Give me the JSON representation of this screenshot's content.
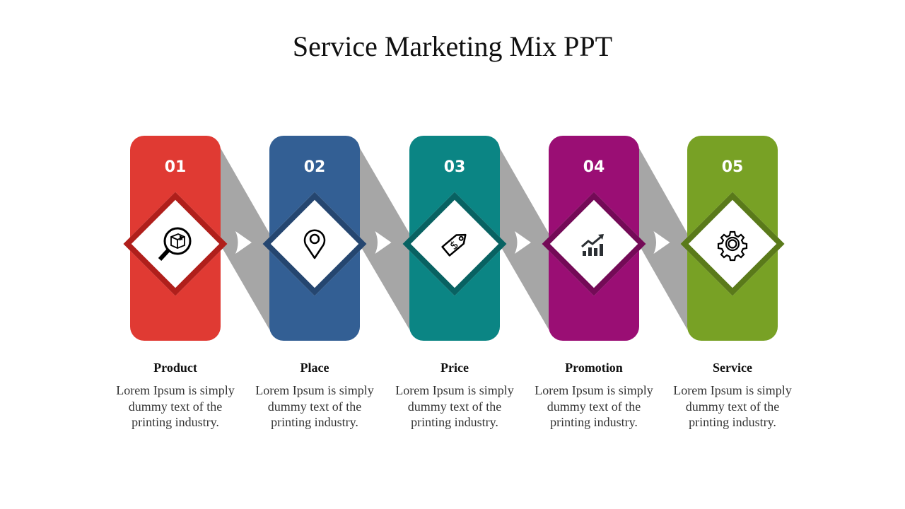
{
  "title": "Service Marketing Mix PPT",
  "items": [
    {
      "number": "01",
      "label": "Product",
      "desc": "Lorem Ipsum is simply dummy text of the printing industry.",
      "color": "#e03a33",
      "border": "#b01f1b",
      "icon": "box-search-icon"
    },
    {
      "number": "02",
      "label": "Place",
      "desc": "Lorem Ipsum is simply dummy text of the printing industry.",
      "color": "#335f94",
      "border": "#254670",
      "icon": "location-pin-icon"
    },
    {
      "number": "03",
      "label": "Price",
      "desc": "Lorem Ipsum is simply dummy text of the printing industry.",
      "color": "#0b8584",
      "border": "#086262",
      "icon": "price-tag-icon"
    },
    {
      "number": "04",
      "label": "Promotion",
      "desc": "Lorem Ipsum is simply dummy text of the printing industry.",
      "color": "#9a0e74",
      "border": "#740a57",
      "icon": "growth-chart-icon"
    },
    {
      "number": "05",
      "label": "Service",
      "desc": "Lorem Ipsum is simply dummy text of the printing industry.",
      "color": "#78a125",
      "border": "#5a7a1a",
      "icon": "gear-icon"
    }
  ]
}
